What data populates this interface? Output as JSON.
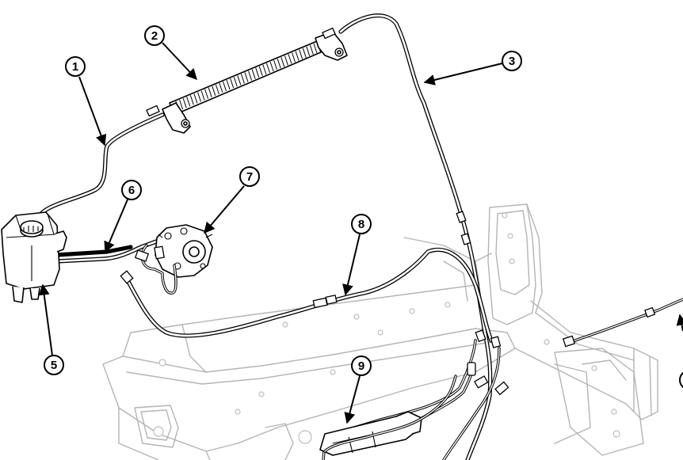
{
  "callouts": [
    {
      "id": "1",
      "label": "1"
    },
    {
      "id": "2",
      "label": "2"
    },
    {
      "id": "3",
      "label": "3"
    },
    {
      "id": "5",
      "label": "5"
    },
    {
      "id": "6",
      "label": "6"
    },
    {
      "id": "7",
      "label": "7"
    },
    {
      "id": "8",
      "label": "8"
    },
    {
      "id": "9",
      "label": "9"
    }
  ]
}
